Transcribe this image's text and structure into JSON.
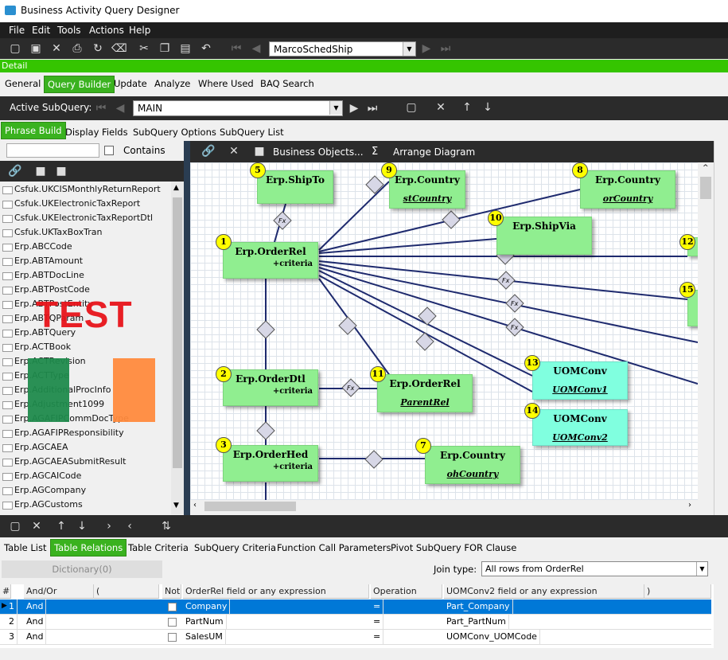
{
  "window": {
    "title": "Business Activity Query Designer"
  },
  "menu": [
    "File",
    "Edit",
    "Tools",
    "Actions",
    "Help"
  ],
  "toolbar": {
    "query_id": "MarcoSchedShip"
  },
  "detail_label": "Detail",
  "main_tabs": [
    "General",
    "Query Builder",
    "Update",
    "Analyze",
    "Where Used",
    "BAQ Search"
  ],
  "subquery": {
    "label": "Active SubQuery:",
    "value": "MAIN"
  },
  "sub_tabs": [
    "Phrase Build",
    "Display Fields",
    "SubQuery Options",
    "SubQuery List"
  ],
  "search": {
    "value": "",
    "contains_label": "Contains"
  },
  "table_list": [
    "Csfuk.UKCISMonthlyReturnReport",
    "Csfuk.UKElectronicTaxReport",
    "Csfuk.UKElectronicTaxReportDtl",
    "Csfuk.UKTaxBoxTran",
    "Erp.ABCCode",
    "Erp.ABTAmount",
    "Erp.ABTDocLine",
    "Erp.ABTPostCode",
    "Erp.ABTPostEntity",
    "Erp.ABTQParam",
    "Erp.ABTQuery",
    "Erp.ACTBook",
    "Erp.ACTRevision",
    "Erp.ACTType",
    "Erp.AdditionalProcInfo",
    "Erp.Adjustment1099",
    "Erp.AGAFIPCommDocType",
    "Erp.AGAFIPResponsibility",
    "Erp.AGCAEA",
    "Erp.AGCAEASubmitResult",
    "Erp.AGCAICode",
    "Erp.AGCompany",
    "Erp.AGCustoms"
  ],
  "overlay": {
    "text": "TEST",
    "text_color": "#e8141b",
    "green": "#1f8a4c",
    "orange": "#ff8a3d"
  },
  "diagram_toolbar": {
    "business_objects": "Business Objects...",
    "sigma": "Σ",
    "arrange": "Arrange Diagram"
  },
  "diagram": {
    "nodes": [
      {
        "num": "5",
        "name": "Erp.ShipTo",
        "alias": "",
        "criteria": ""
      },
      {
        "num": "9",
        "name": "Erp.Country",
        "alias": "stCountry",
        "criteria": ""
      },
      {
        "num": "8",
        "name": "Erp.Country",
        "alias": "orCountry",
        "criteria": ""
      },
      {
        "num": "10",
        "name": "Erp.ShipVia",
        "alias": "",
        "criteria": ""
      },
      {
        "num": "1",
        "name": "Erp.OrderRel",
        "alias": "",
        "criteria": "+criteria"
      },
      {
        "num": "12",
        "name": "",
        "alias": "",
        "criteria": ""
      },
      {
        "num": "15",
        "name": "",
        "alias": "",
        "criteria": ""
      },
      {
        "num": "2",
        "name": "Erp.OrderDtl",
        "alias": "",
        "criteria": "+criteria"
      },
      {
        "num": "11",
        "name": "Erp.OrderRel",
        "alias": "ParentRel",
        "criteria": ""
      },
      {
        "num": "13",
        "name": "UOMConv",
        "alias": "UOMConv1",
        "criteria": ""
      },
      {
        "num": "14",
        "name": "UOMConv",
        "alias": "UOMConv2",
        "criteria": ""
      },
      {
        "num": "3",
        "name": "Erp.OrderHed",
        "alias": "",
        "criteria": "+criteria"
      },
      {
        "num": "7",
        "name": "Erp.Country",
        "alias": "ohCountry",
        "criteria": ""
      }
    ],
    "fx_label": "Fx",
    "node_color": "#90ee90",
    "uom_color": "#80ffdf"
  },
  "bottom_tabs": [
    "Table List",
    "Table Relations",
    "Table Criteria",
    "SubQuery Criteria",
    "Function Call Parameters",
    "Pivot SubQuery FOR Clause"
  ],
  "dictionary_button": "Dictionary(0)",
  "join": {
    "label": "Join type:",
    "value": "All rows from OrderRel"
  },
  "grid": {
    "headers": [
      "#",
      "And/Or",
      "(",
      "Not",
      "OrderRel field or any expression",
      "Operation",
      "UOMConv2 field or any expression",
      ")"
    ],
    "rows": [
      {
        "n": "1",
        "andor": "And",
        "field": "Company",
        "op": "=",
        "value": "Part_Company"
      },
      {
        "n": "2",
        "andor": "And",
        "field": "PartNum",
        "op": "=",
        "value": "Part_PartNum"
      },
      {
        "n": "3",
        "andor": "And",
        "field": "SalesUM",
        "op": "=",
        "value": "UOMConv_UOMCode"
      }
    ]
  }
}
